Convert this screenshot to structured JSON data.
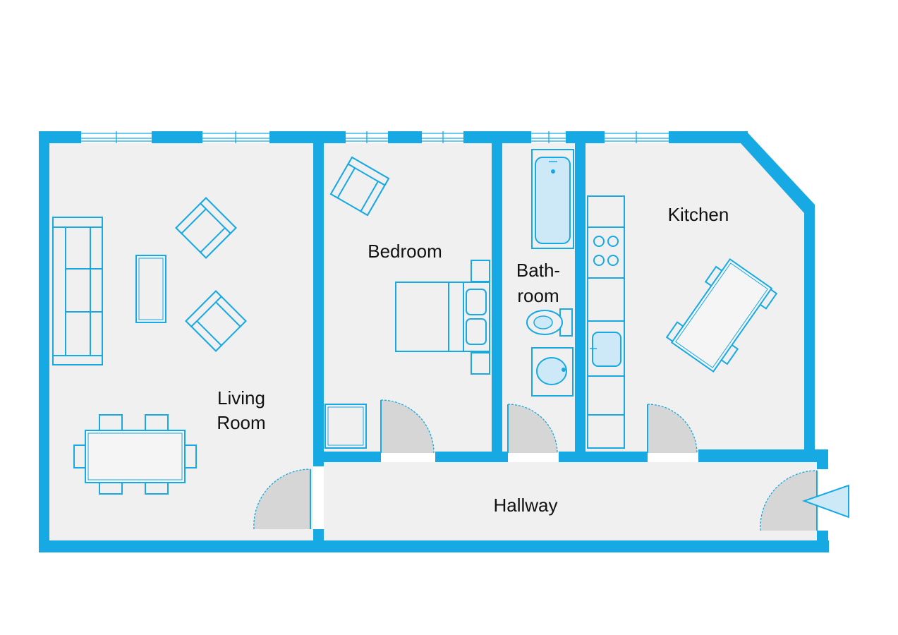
{
  "colors": {
    "wall": "#16a9e4",
    "floor": "#f0f0f0",
    "door_swing": "#d6d6d6",
    "fixture_fill": "#cde9f7",
    "furniture_line": "#16a9e4"
  },
  "rooms": {
    "living_room": {
      "line1": "Living",
      "line2": "Room"
    },
    "bedroom": {
      "label": "Bedroom"
    },
    "bathroom": {
      "line1": "Bath-",
      "line2": "room"
    },
    "kitchen": {
      "label": "Kitchen"
    },
    "hallway": {
      "label": "Hallway"
    }
  },
  "icons": {
    "entrance": "entrance-arrow-icon"
  }
}
